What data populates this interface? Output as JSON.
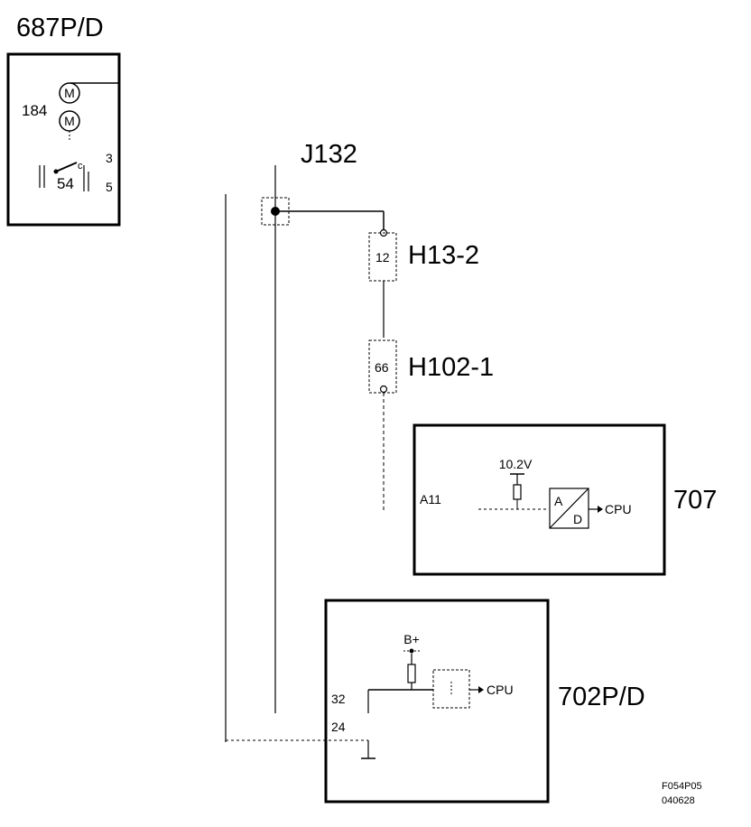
{
  "components": {
    "c687": {
      "label": "687P/D",
      "motor_label": "184",
      "motor_symbol": "M",
      "switch_label": "54",
      "switch_pin_top": "3",
      "switch_pin_bottom": "5"
    },
    "c707": {
      "label": "707",
      "pin": "A11",
      "voltage": "10.2V",
      "converter_a": "A",
      "converter_d": "D",
      "output": "CPU"
    },
    "c702": {
      "label": "702P/D",
      "supply": "B+",
      "pin_a": "32",
      "pin_b": "24",
      "output": "CPU"
    }
  },
  "junction": {
    "label": "J132"
  },
  "connectors": [
    {
      "id": "H13-2",
      "pin": "12"
    },
    {
      "id": "H102-1",
      "pin": "66"
    }
  ],
  "footer": {
    "code": "F054P05",
    "date": "040628"
  }
}
